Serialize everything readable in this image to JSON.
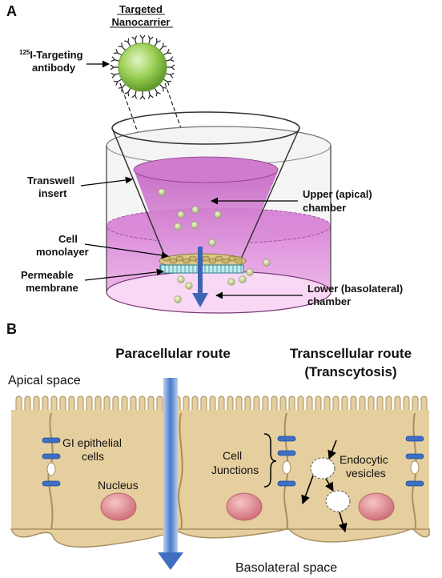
{
  "panel_a": {
    "letter": "A",
    "nanocarrier_title_1": "Targeted",
    "nanocarrier_title_2": "Nanocarrier",
    "antibody_label_sup": "125",
    "antibody_label_1": "I-Targeting",
    "antibody_label_2": "antibody",
    "transwell_label_1": "Transwell",
    "transwell_label_2": "insert",
    "monolayer_label_1": "Cell",
    "monolayer_label_2": "monolayer",
    "membrane_label_1": "Permeable",
    "membrane_label_2": "membrane",
    "upper_label_1": "Upper (apical)",
    "upper_label_2": "chamber",
    "lower_label_1": "Lower (basolateral)",
    "lower_label_2": "chamber"
  },
  "panel_b": {
    "letter": "B",
    "paracellular": "Paracellular route",
    "transcellular_1": "Transcellular route",
    "transcellular_2": "(Transcytosis)",
    "apical": "Apical space",
    "gi_1": "GI epithelial",
    "gi_2": "cells",
    "nucleus": "Nucleus",
    "junctions_1": "Cell",
    "junctions_2": "Junctions",
    "vesicles_1": "Endocytic",
    "vesicles_2": "vesicles",
    "basolateral": "Basolateral space"
  },
  "colors": {
    "nanocarrier": "#8fc84a",
    "medium": "#d070cc",
    "cell": "#e6cf9f",
    "cell_outline": "#a88f62",
    "nucleus": "#e08a90",
    "junction": "#3d6fc4",
    "route_arrow": "#4a78c8"
  }
}
